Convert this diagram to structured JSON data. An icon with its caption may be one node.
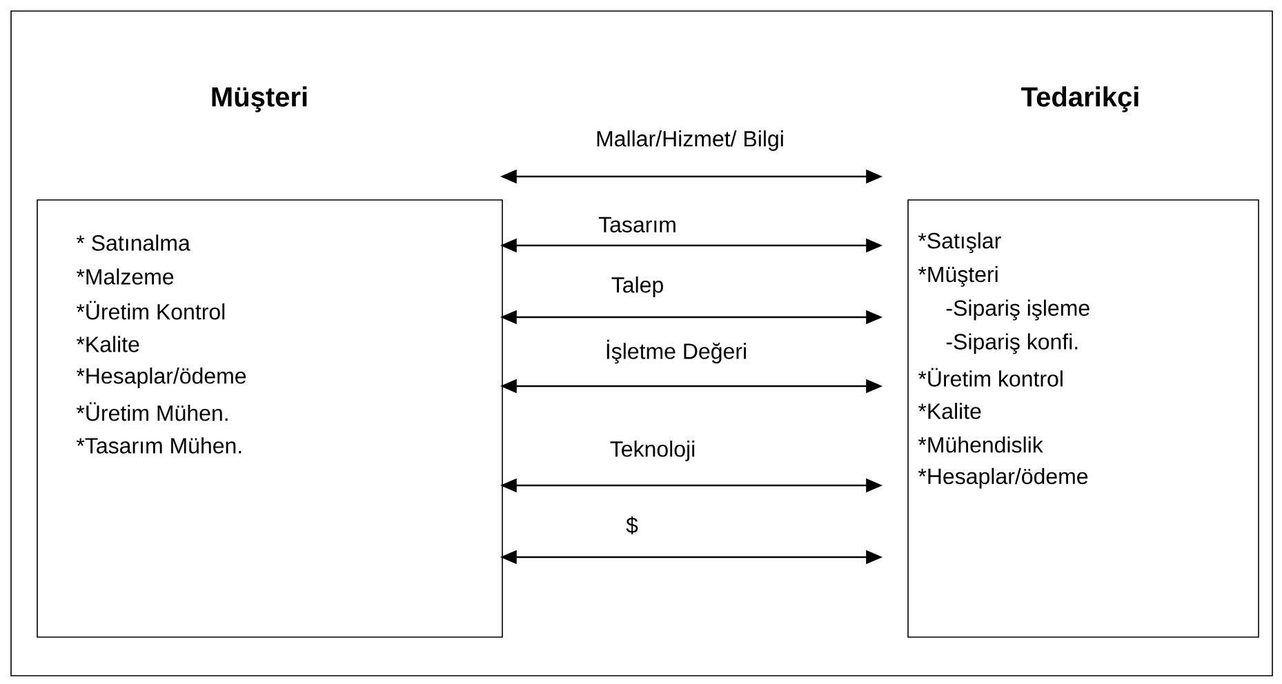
{
  "diagram": {
    "nodes": [
      {
        "text": [
          "Müşteri",
          "* Satınalma",
          "*Malzeme",
          "*Üretim Kontrol",
          "*Kalite",
          "*Hesaplar/ödeme",
          "*Üretim Mühen.",
          "*Tasarım Mühen."
        ]
      },
      {
        "text": [
          "Tedarikçi",
          "*Satışlar",
          "*Müşteri",
          "-Sipariş işleme",
          "-Sipariş konfi.",
          "*Üretim kontrol",
          "*Kalite",
          "*Mühendislik",
          "*Hesaplar/ödeme"
        ]
      }
    ],
    "edges": [
      {
        "from": 0,
        "to": 1,
        "arrow": "both",
        "label": "Mallar/Hizmet/ Bilgi"
      },
      {
        "from": 0,
        "to": 1,
        "arrow": "both",
        "label": "Tasarım"
      },
      {
        "from": 0,
        "to": 1,
        "arrow": "both",
        "label": "Talep"
      },
      {
        "from": 0,
        "to": 1,
        "arrow": "both",
        "label": "İşletme Değeri"
      },
      {
        "from": 0,
        "to": 1,
        "arrow": "both",
        "label": "Teknoloji"
      },
      {
        "from": 0,
        "to": 1,
        "arrow": "both",
        "label": "$"
      }
    ]
  }
}
